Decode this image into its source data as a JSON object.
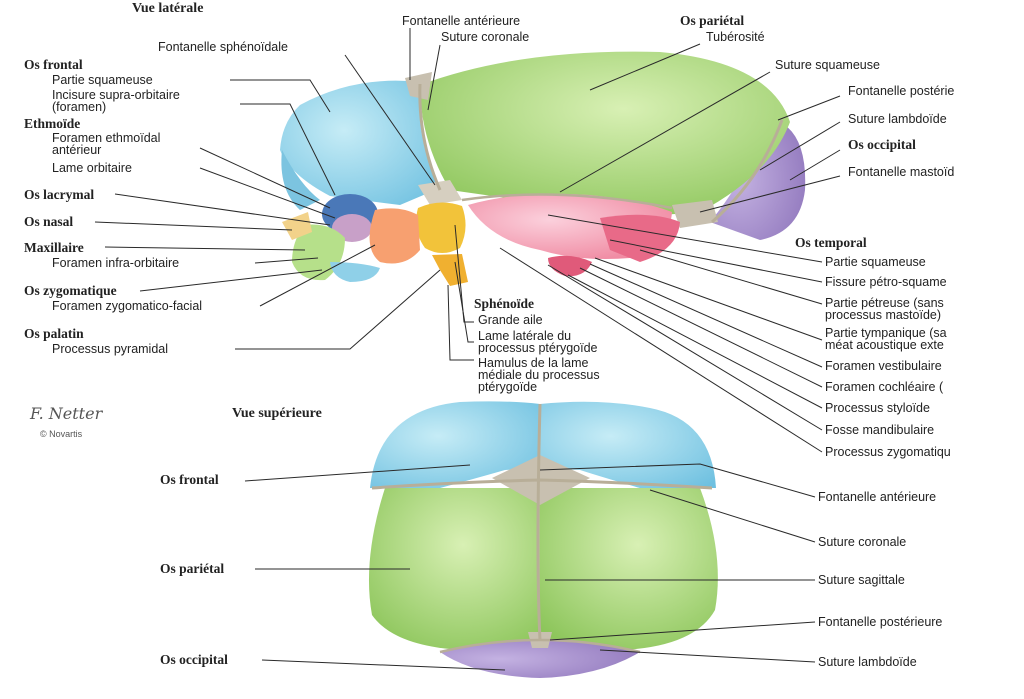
{
  "views": {
    "lateral": "Vue latérale",
    "superior": "Vue supérieure"
  },
  "colors": {
    "frontal": "#8fd0e8",
    "parietal": "#a6d672",
    "occipital": "#a08ac8",
    "sphenoid": "#f2c33a",
    "temporal": "#f4a4b4",
    "zygomatic": "#b6e08a",
    "maxilla": "#f7b488",
    "nasal": "#f2d28a",
    "fontanelle": "#c8c0b0",
    "line": "#2a2a2a"
  },
  "lateral_labels": {
    "fontanelle_ant": "Fontanelle antérieure",
    "suture_coronale": "Suture coronale",
    "os_parietal": "Os pariétal",
    "tuberosite": "Tubérosité",
    "fontanelle_sphenoidale": "Fontanelle sphénoïdale",
    "suture_squameuse": "Suture squameuse",
    "fontanelle_post": "Fontanelle postérie",
    "suture_lambdoide": "Suture lambdoïde",
    "os_occipital": "Os occipital",
    "fontanelle_mastoide": "Fontanelle mastoïd",
    "os_frontal": "Os frontal",
    "partie_squameuse_f": "Partie squameuse",
    "incisure_1": "Incisure supra-orbitaire",
    "incisure_2": "(foramen)",
    "ethmoide": "Ethmoïde",
    "foramen_ethm_1": "Foramen ethmoïdal",
    "foramen_ethm_2": "antérieur",
    "lame_orbitaire": "Lame orbitaire",
    "os_lacrymal": "Os lacrymal",
    "os_nasal": "Os nasal",
    "maxillaire": "Maxillaire",
    "foramen_infra": "Foramen infra-orbitaire",
    "os_zygomatique": "Os zygomatique",
    "foramen_zyg": "Foramen zygomatico-facial",
    "os_palatin": "Os palatin",
    "processus_pyr": "Processus pyramidal",
    "sphenoide": "Sphénoïde",
    "grande_aile": "Grande aile",
    "lame_lat_1": "Lame latérale du",
    "lame_lat_2": "processus ptérygoïde",
    "hamulus_1": "Hamulus de la lame",
    "hamulus_2": "médiale du processus",
    "hamulus_3": "ptérygoïde",
    "os_temporal": "Os temporal",
    "partie_squameuse_t": "Partie squameuse",
    "fissure": "Fissure pétro-squame",
    "partie_petreuse_1": "Partie pétreuse (sans",
    "partie_petreuse_2": "processus mastoïde)",
    "partie_tymp_1": "Partie tympanique (sa",
    "partie_tymp_2": "méat acoustique exte",
    "foramen_vest": "Foramen vestibulaire",
    "foramen_coch": "Foramen cochléaire (",
    "processus_styl": "Processus styloïde",
    "fosse_mand": "Fosse mandibulaire",
    "processus_zyg": "Processus zygomatiqu"
  },
  "superior_labels": {
    "os_frontal": "Os frontal",
    "os_parietal": "Os pariétal",
    "os_occipital": "Os occipital",
    "fontanelle_ant": "Fontanelle antérieure",
    "suture_coronale": "Suture coronale",
    "suture_sagittale": "Suture sagittale",
    "fontanelle_post": "Fontanelle postérieure",
    "suture_lambdoide": "Suture lambdoïde"
  },
  "credit": {
    "signature": "F. Netter",
    "copyright": "© Novartis"
  }
}
